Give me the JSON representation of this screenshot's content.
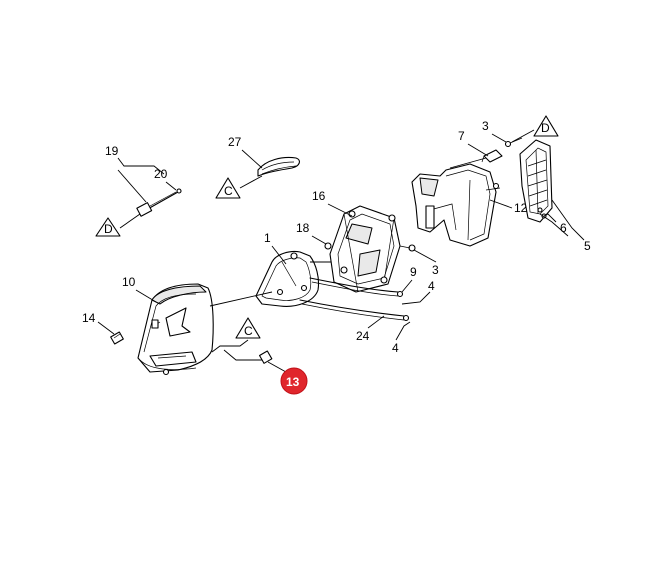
{
  "callouts": {
    "c19": "19",
    "c20": "20",
    "c27": "27",
    "c7": "7",
    "c3a": "3",
    "c16": "16",
    "c18": "18",
    "c1": "1",
    "c3b": "3",
    "c9": "9",
    "c4a": "4",
    "c12": "12",
    "c6": "6",
    "c5": "5",
    "c10": "10",
    "c14": "14",
    "c24": "24",
    "c4b": "4",
    "c13": "13"
  },
  "references": {
    "d1": "D",
    "d2": "D",
    "c1": "C",
    "c2": "C"
  },
  "colors": {
    "highlight": "#e0262c",
    "line": "#000000"
  }
}
